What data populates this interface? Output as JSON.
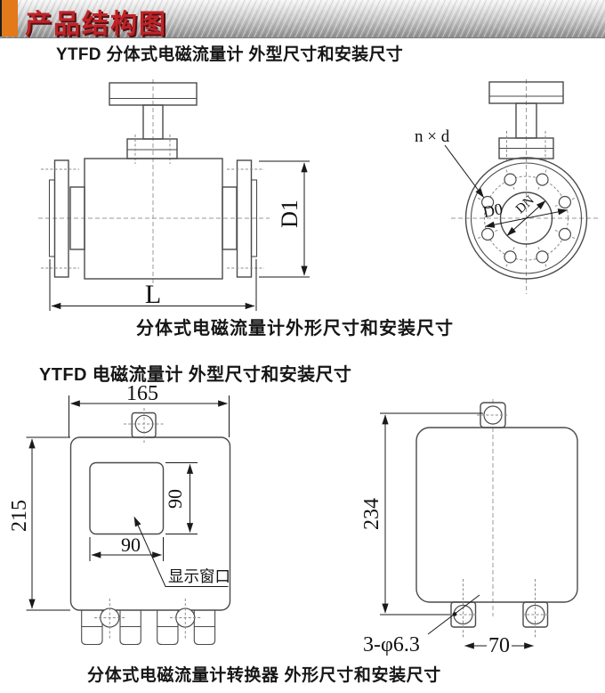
{
  "banner": {
    "title": "产品结构图",
    "accent_color": "#e2791b",
    "title_color": "#bf2428"
  },
  "section_split_flowmeter": {
    "title": "YTFD 分体式电磁流量计 外型尺寸和安装尺寸",
    "caption": "分体式电磁流量计外形尺寸和安装尺寸",
    "labels": {
      "length": "L",
      "overall_height": "D1",
      "bolt_holes": "n × d",
      "bolt_circle_diameter": "D0",
      "nominal_diameter": "DN"
    }
  },
  "section_converter": {
    "title": "YTFD 电磁流量计 外型尺寸和安装尺寸",
    "caption": "分体式电磁流量计转换器 外形尺寸和安装尺寸",
    "labels": {
      "body_width": "165",
      "body_height": "215",
      "window_width": "90",
      "window_height": "90",
      "window_name": "显示窗口",
      "mount_height": "234",
      "mount_hole_spec": "3-φ6.3",
      "mount_hole_spacing": "70"
    }
  }
}
